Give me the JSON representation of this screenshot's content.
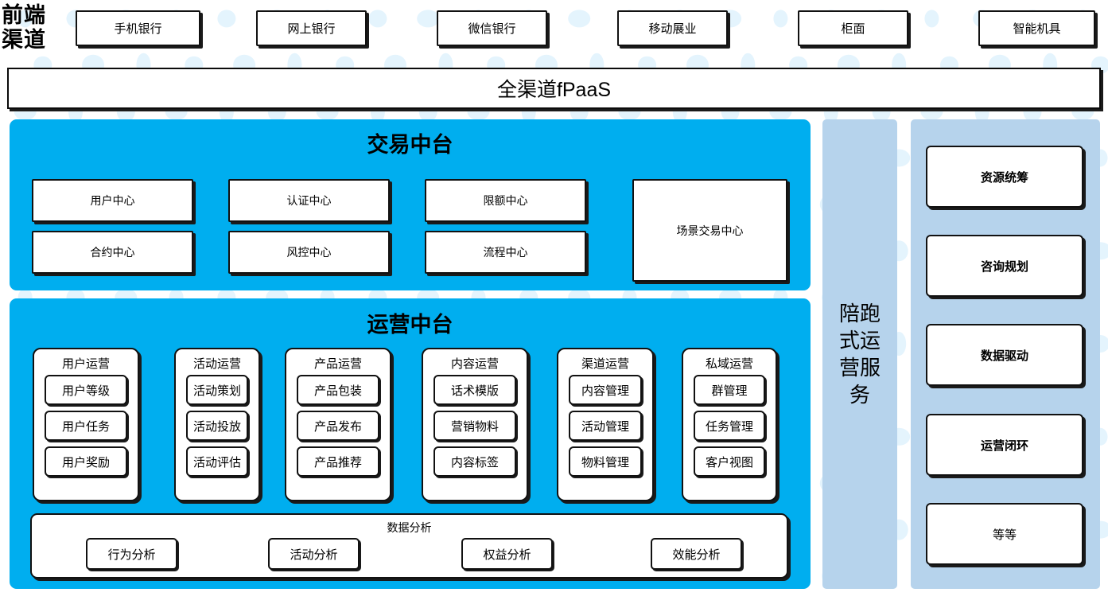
{
  "colors": {
    "cyan_panel": "#00AEEF",
    "side_panel": "#b6d3ec",
    "dot": "#e4f4fd",
    "box_border": "#111111",
    "box_fill": "#ffffff"
  },
  "frontend": {
    "label": "前端渠道",
    "label_line1": "前端",
    "label_line2": "渠道",
    "channels": [
      {
        "label": "手机银行"
      },
      {
        "label": "网上银行"
      },
      {
        "label": "微信银行"
      },
      {
        "label": "移动展业"
      },
      {
        "label": "柜面"
      },
      {
        "label": "智能机具"
      }
    ]
  },
  "fpaas": {
    "label": "全渠道fPaaS"
  },
  "trade_center": {
    "title": "交易中台",
    "items": [
      {
        "label": "用户中心"
      },
      {
        "label": "认证中心"
      },
      {
        "label": "限额中心"
      },
      {
        "label": "合约中心"
      },
      {
        "label": "风控中心"
      },
      {
        "label": "流程中心"
      }
    ],
    "tall_item": {
      "label": "场景交易中心"
    }
  },
  "ops_center": {
    "title": "运营中台",
    "groups": [
      {
        "title": "用户运营",
        "items": [
          {
            "label": "用户等级"
          },
          {
            "label": "用户任务"
          },
          {
            "label": "用户奖励"
          }
        ]
      },
      {
        "title": "活动运营",
        "items": [
          {
            "label": "活动策划"
          },
          {
            "label": "活动投放"
          },
          {
            "label": "活动评估"
          }
        ]
      },
      {
        "title": "产品运营",
        "items": [
          {
            "label": "产品包装"
          },
          {
            "label": "产品发布"
          },
          {
            "label": "产品推荐"
          }
        ]
      },
      {
        "title": "内容运营",
        "items": [
          {
            "label": "话术模版"
          },
          {
            "label": "营销物料"
          },
          {
            "label": "内容标签"
          }
        ]
      },
      {
        "title": "渠道运营",
        "items": [
          {
            "label": "内容管理"
          },
          {
            "label": "活动管理"
          },
          {
            "label": "物料管理"
          }
        ]
      },
      {
        "title": "私域运营",
        "items": [
          {
            "label": "群管理"
          },
          {
            "label": "任务管理"
          },
          {
            "label": "客户视图"
          }
        ]
      }
    ],
    "analysis": {
      "title": "数据分析",
      "items": [
        {
          "label": "行为分析"
        },
        {
          "label": "活动分析"
        },
        {
          "label": "权益分析"
        },
        {
          "label": "效能分析"
        }
      ]
    }
  },
  "service_column": {
    "label": "陪跑式运营服务"
  },
  "capability_column": {
    "items": [
      {
        "label": "资源统筹",
        "bold": true
      },
      {
        "label": "咨询规划",
        "bold": true
      },
      {
        "label": "数据驱动",
        "bold": true
      },
      {
        "label": "运营闭环",
        "bold": true
      },
      {
        "label": "等等",
        "bold": false
      }
    ]
  }
}
